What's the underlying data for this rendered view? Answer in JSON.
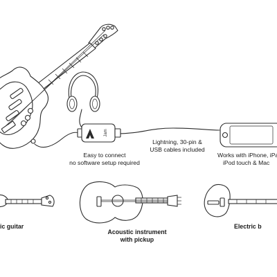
{
  "labels": {
    "easy_connect_line1": "Easy to connect",
    "easy_connect_line2": "no software setup required",
    "cables_line1": "Lightning, 30-pin &",
    "cables_line2": "USB cables included",
    "works_with_line1": "Works with iPhone, iPa",
    "works_with_line2": "iPod touch & Mac",
    "electric_guitar_caption": "ic guitar",
    "acoustic_caption_line1": "Acoustic instrument",
    "acoustic_caption_line2": "with pickup",
    "bass_caption": "Electric b"
  },
  "device_logo_text": "Jam"
}
